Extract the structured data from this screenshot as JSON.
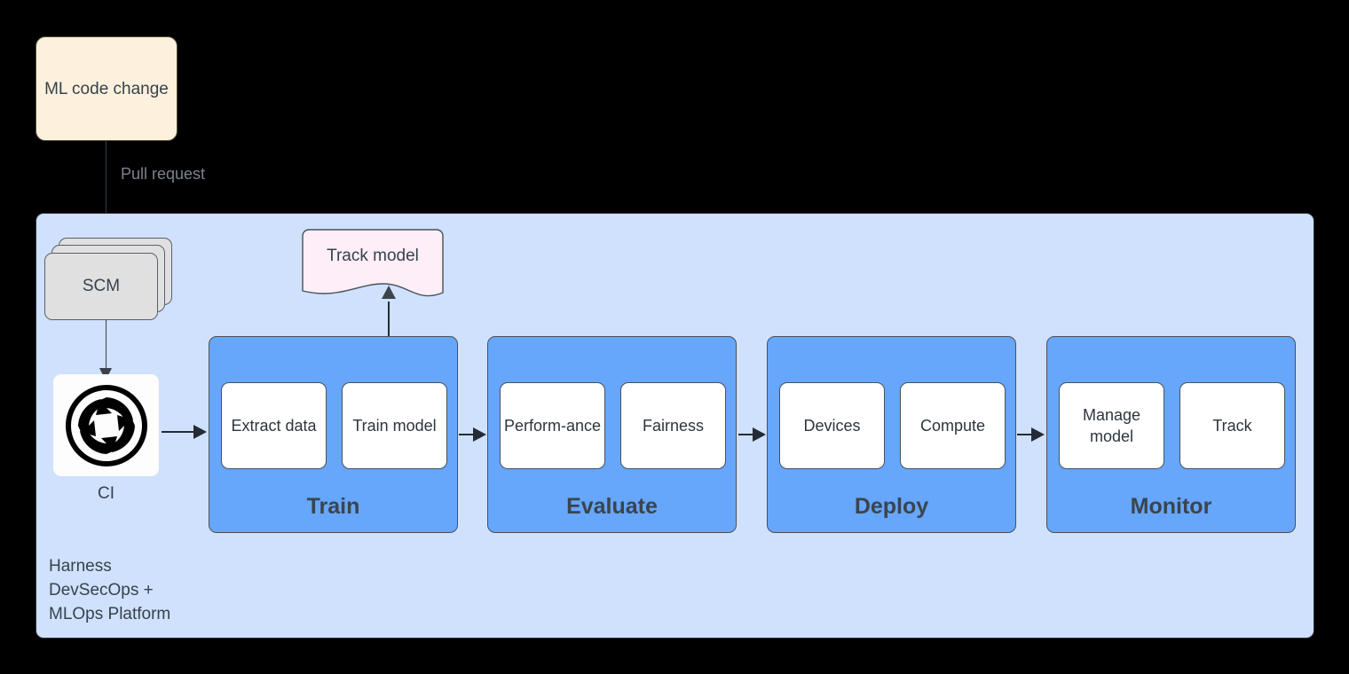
{
  "source_box": {
    "label": "ML code change",
    "fill": "#fdf1dd",
    "stroke": "#4d4d33"
  },
  "pull_request": {
    "label": "Pull request"
  },
  "platform": {
    "label": "Harness\nDevSecOps +\nMLOps Platform",
    "fill": "#cfe1fc"
  },
  "scm": {
    "label": "SCM",
    "fill": "#e0e0e0"
  },
  "ci": {
    "icon": "cycle-arrows-icon",
    "label": "CI"
  },
  "track_model": {
    "label": "Track model",
    "fill": "#fdeef7"
  },
  "stages": [
    {
      "id": "train",
      "title": "Train",
      "substeps": [
        "Extract data",
        "Train model"
      ]
    },
    {
      "id": "evaluate",
      "title": "Evaluate",
      "substeps": [
        "Perform-ance",
        "Fairness"
      ]
    },
    {
      "id": "deploy",
      "title": "Deploy",
      "substeps": [
        "Devices",
        "Compute"
      ]
    },
    {
      "id": "monitor",
      "title": "Monitor",
      "substeps": [
        "Manage model",
        "Track"
      ]
    }
  ],
  "colors": {
    "stage_fill": "#66a6fb",
    "panel_fill": "#cfe1fc",
    "substep_fill": "#ffffff",
    "connector": "#232c36",
    "text": "#37424c",
    "muted_text": "#7b838c",
    "background": "#000000"
  }
}
